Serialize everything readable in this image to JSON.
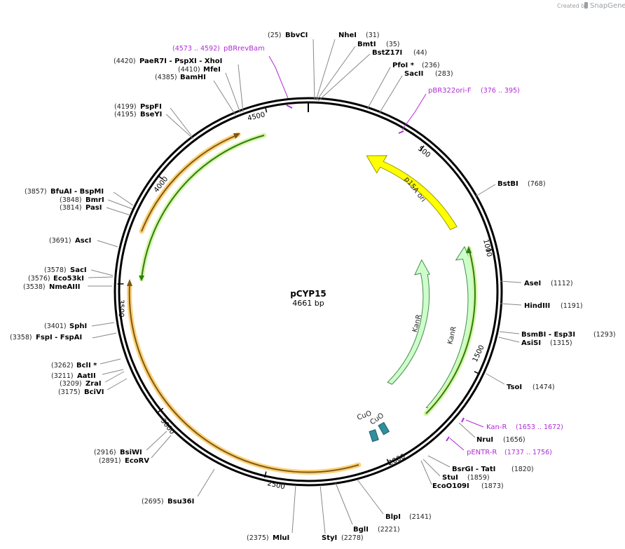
{
  "credit": {
    "created_by": "Created by",
    "brand": "SnapGene"
  },
  "plasmid": {
    "name": "pCYP15",
    "length_label": "4661 bp",
    "length": 4661
  },
  "ticks": [
    {
      "pos": 500,
      "label": "500"
    },
    {
      "pos": 1000,
      "label": "1000"
    },
    {
      "pos": 1500,
      "label": "1500"
    },
    {
      "pos": 2000,
      "label": "2000"
    },
    {
      "pos": 2500,
      "label": "2500"
    },
    {
      "pos": 3000,
      "label": "3000"
    },
    {
      "pos": 3500,
      "label": "3500"
    },
    {
      "pos": 4000,
      "label": "4000"
    },
    {
      "pos": 4500,
      "label": "4500"
    }
  ],
  "sites": [
    {
      "name": "BbvCI",
      "pos_label": "(25)",
      "pos": 25
    },
    {
      "name": "NheI",
      "pos_label": "(31)",
      "pos": 31
    },
    {
      "name": "BmtI",
      "pos_label": "(35)",
      "pos": 35
    },
    {
      "name": "BstZ17I",
      "pos_label": "(44)",
      "pos": 44
    },
    {
      "name": "PfoI *",
      "pos_label": "(236)",
      "pos": 236
    },
    {
      "name": "SacII",
      "pos_label": "(283)",
      "pos": 283
    },
    {
      "name": "BstBI",
      "pos_label": "(768)",
      "pos": 768
    },
    {
      "name": "AseI",
      "pos_label": "(1112)",
      "pos": 1112
    },
    {
      "name": "HindIII",
      "pos_label": "(1191)",
      "pos": 1191
    },
    {
      "name": "BsmBI - Esp3I",
      "pos_label": "(1293)",
      "pos": 1293
    },
    {
      "name": "AsiSI",
      "pos_label": "(1315)",
      "pos": 1315
    },
    {
      "name": "TsoI",
      "pos_label": "(1474)",
      "pos": 1474
    },
    {
      "name": "NruI",
      "pos_label": "(1656)",
      "pos": 1656
    },
    {
      "name": "BsrGI - TatI",
      "pos_label": "(1820)",
      "pos": 1820
    },
    {
      "name": "StuI",
      "pos_label": "(1859)",
      "pos": 1859
    },
    {
      "name": "EcoO109I",
      "pos_label": "(1873)",
      "pos": 1873
    },
    {
      "name": "BlpI",
      "pos_label": "(2141)",
      "pos": 2141
    },
    {
      "name": "BglI",
      "pos_label": "(2221)",
      "pos": 2221
    },
    {
      "name": "StyI",
      "pos_label": "(2278)",
      "pos": 2278
    },
    {
      "name": "MluI",
      "pos_label": "(2375)",
      "pos": 2375
    },
    {
      "name": "Bsu36I",
      "pos_label": "(2695)",
      "pos": 2695
    },
    {
      "name": "EcoRV",
      "pos_label": "(2891)",
      "pos": 2891
    },
    {
      "name": "BsiWI",
      "pos_label": "(2916)",
      "pos": 2916
    },
    {
      "name": "BciVI",
      "pos_label": "(3175)",
      "pos": 3175
    },
    {
      "name": "ZraI",
      "pos_label": "(3209)",
      "pos": 3209
    },
    {
      "name": "AatII",
      "pos_label": "(3211)",
      "pos": 3211
    },
    {
      "name": "BclI *",
      "pos_label": "(3262)",
      "pos": 3262
    },
    {
      "name": "FspI - FspAI",
      "pos_label": "(3358)",
      "pos": 3358
    },
    {
      "name": "SphI",
      "pos_label": "(3401)",
      "pos": 3401
    },
    {
      "name": "NmeAIII",
      "pos_label": "(3538)",
      "pos": 3538
    },
    {
      "name": "Eco53kI",
      "pos_label": "(3576)",
      "pos": 3576
    },
    {
      "name": "SacI",
      "pos_label": "(3578)",
      "pos": 3578
    },
    {
      "name": "AscI",
      "pos_label": "(3691)",
      "pos": 3691
    },
    {
      "name": "PasI",
      "pos_label": "(3814)",
      "pos": 3814
    },
    {
      "name": "BmrI",
      "pos_label": "(3848)",
      "pos": 3848
    },
    {
      "name": "BfuAI - BspMI",
      "pos_label": "(3857)",
      "pos": 3857
    },
    {
      "name": "BseYI",
      "pos_label": "(4195)",
      "pos": 4195
    },
    {
      "name": "PspFI",
      "pos_label": "(4199)",
      "pos": 4199
    },
    {
      "name": "BamHI",
      "pos_label": "(4385)",
      "pos": 4385
    },
    {
      "name": "MfeI",
      "pos_label": "(4410)",
      "pos": 4410
    },
    {
      "name": "PaeR7I - PspXI - XhoI",
      "pos_label": "(4420)",
      "pos": 4420
    }
  ],
  "primers": [
    {
      "name": "pBRrevBam",
      "range_label": "(4573 .. 4592)",
      "pos": 4583
    },
    {
      "name": "pBR322ori-F",
      "range_label": "(376 .. 395)",
      "pos": 386
    },
    {
      "name": "Kan-R",
      "range_label": "(1653 .. 1672)",
      "pos": 1663
    },
    {
      "name": "pENTR-R",
      "range_label": "(1737 .. 1756)",
      "pos": 1747
    }
  ],
  "features": [
    {
      "name": "p15A ori",
      "color": "#ffff00",
      "stroke": "#9a9a00"
    },
    {
      "name": "KanR",
      "color": "#ccffcc",
      "stroke": "#4a8a4a"
    },
    {
      "name": "KanR",
      "color": "#ccffcc",
      "stroke": "#4a8a4a"
    },
    {
      "name": "CuO",
      "color": "#2f8f9d",
      "stroke": "#1f5f69"
    },
    {
      "name": "CuO",
      "color": "#2f8f9d",
      "stroke": "#1f5f69"
    }
  ],
  "orfs": [
    {
      "color": "#7a5a16",
      "glow": "#ffd27a"
    },
    {
      "color": "#2e7d12",
      "glow": "#d7f5a8"
    },
    {
      "color": "#2e7d12",
      "glow": "#d7f5a8"
    }
  ]
}
